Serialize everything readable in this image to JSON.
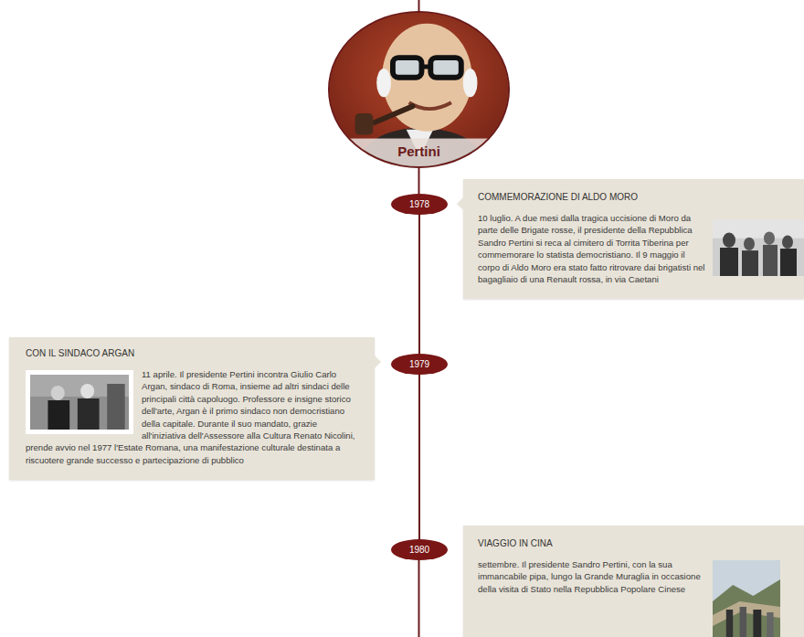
{
  "diagram": {
    "nodes": [
      {
        "text": [
          "Pertini"
        ]
      },
      {
        "text": [
          "1978"
        ]
      },
      {
        "text": [
          "COMMEMORAZIONE DI ALDO MORO",
          "10 luglio. A due mesi dalla tragica uccisione di Moro da parte delle Brigate rosse, il presidente della Repubblica Sandro Pertini si reca al cimitero di Torrita Tiberina per commemorare lo statista democristiano. Il 9 maggio il corpo di Aldo Moro era stato fatto ritrovare dai brigatisti nel bagagliaio di una Renault rossa, in via Caetani"
        ]
      },
      {
        "text": [
          "CON IL SINDACO ARGAN",
          "11 aprile. Il presidente Pertini incontra Giulio Carlo Argan, sindaco di Roma, insieme ad altri sindaci delle principali città capoluogo. Professore e insigne storico dell'arte, Argan è il primo sindaco non democristiano della capitale. Durante il suo mandato, grazie all'iniziativa dell'Assessore alla Cultura Renato Nicolini, prende avvio nel 1977 l'Estate Romana, una manifestazione culturale destinata a riscuotere grande successo e partecipazione di pubblico"
        ]
      },
      {
        "text": [
          "1979"
        ]
      },
      {
        "text": [
          "1980"
        ]
      },
      {
        "text": [
          "VIAGGIO IN CINA",
          "settembre. Il presidente Sandro Pertini, con la sua immancabile pipa, lungo la Grande Muraglia in occasione della visita di Stato nella Repubblica Popolare Cinese"
        ]
      }
    ],
    "edges": [
      {
        "from": 0,
        "to": 1,
        "arrow": "none"
      },
      {
        "from": 1,
        "to": 4,
        "arrow": "none"
      },
      {
        "from": 4,
        "to": 5,
        "arrow": "none"
      }
    ]
  }
}
